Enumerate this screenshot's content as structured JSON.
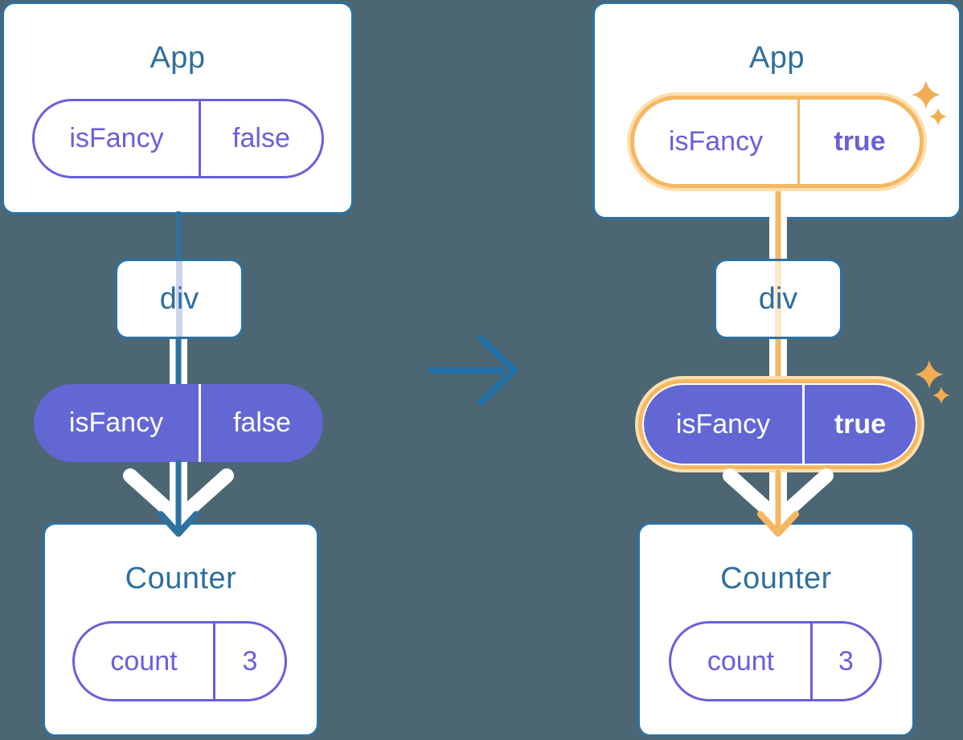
{
  "before": {
    "app": {
      "title": "App",
      "prop_name": "isFancy",
      "prop_value": "false"
    },
    "div_label": "div",
    "passed_prop": {
      "name": "isFancy",
      "value": "false"
    },
    "counter": {
      "title": "Counter",
      "state_name": "count",
      "state_value": "3"
    }
  },
  "after": {
    "app": {
      "title": "App",
      "prop_name": "isFancy",
      "prop_value": "true"
    },
    "div_label": "div",
    "passed_prop": {
      "name": "isFancy",
      "value": "true"
    },
    "counter": {
      "title": "Counter",
      "state_name": "count",
      "state_value": "3"
    }
  },
  "colors": {
    "background": "#4C6673",
    "card_border_blue": "#2D72A1",
    "title_text_blue": "#2E6F9E",
    "purple_outline": "#6A5FD9",
    "purple_fill": "#6267D3",
    "highlight_orange": "#F6B763",
    "highlight_halo": "#FBE0AE",
    "sparkle_orange": "#F3AC51",
    "lavender_trace": "#CBD4EF",
    "cream_trace": "#FBE8C8",
    "transition_arrow_blue": "#2272A8"
  }
}
